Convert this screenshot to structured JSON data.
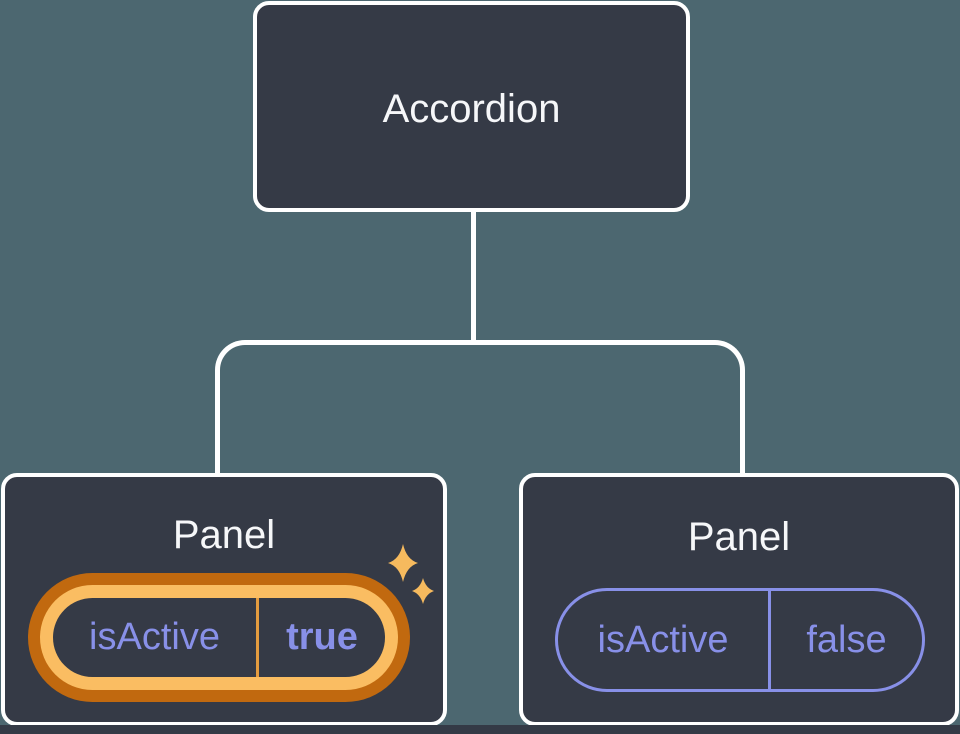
{
  "colors": {
    "background": "#4C6770",
    "node_fill": "#353A46",
    "node_border": "#FFFFFF",
    "connector": "#FFFFFF",
    "title_text": "#F6F7F9",
    "state_text": "#8890E8",
    "state_border": "#8890E8",
    "ring_outer": "#C1690F",
    "ring_inner": "#FABD62",
    "active_divider": "#E59C3F",
    "sparkle": "#F6BA5E",
    "bottom_strip": "#343A46"
  },
  "tree": {
    "root_label": "Accordion",
    "panels": [
      {
        "title": "Panel",
        "prop_name": "isActive",
        "prop_value": "true",
        "state": "active"
      },
      {
        "title": "Panel",
        "prop_name": "isActive",
        "prop_value": "false",
        "state": "inactive"
      }
    ]
  }
}
